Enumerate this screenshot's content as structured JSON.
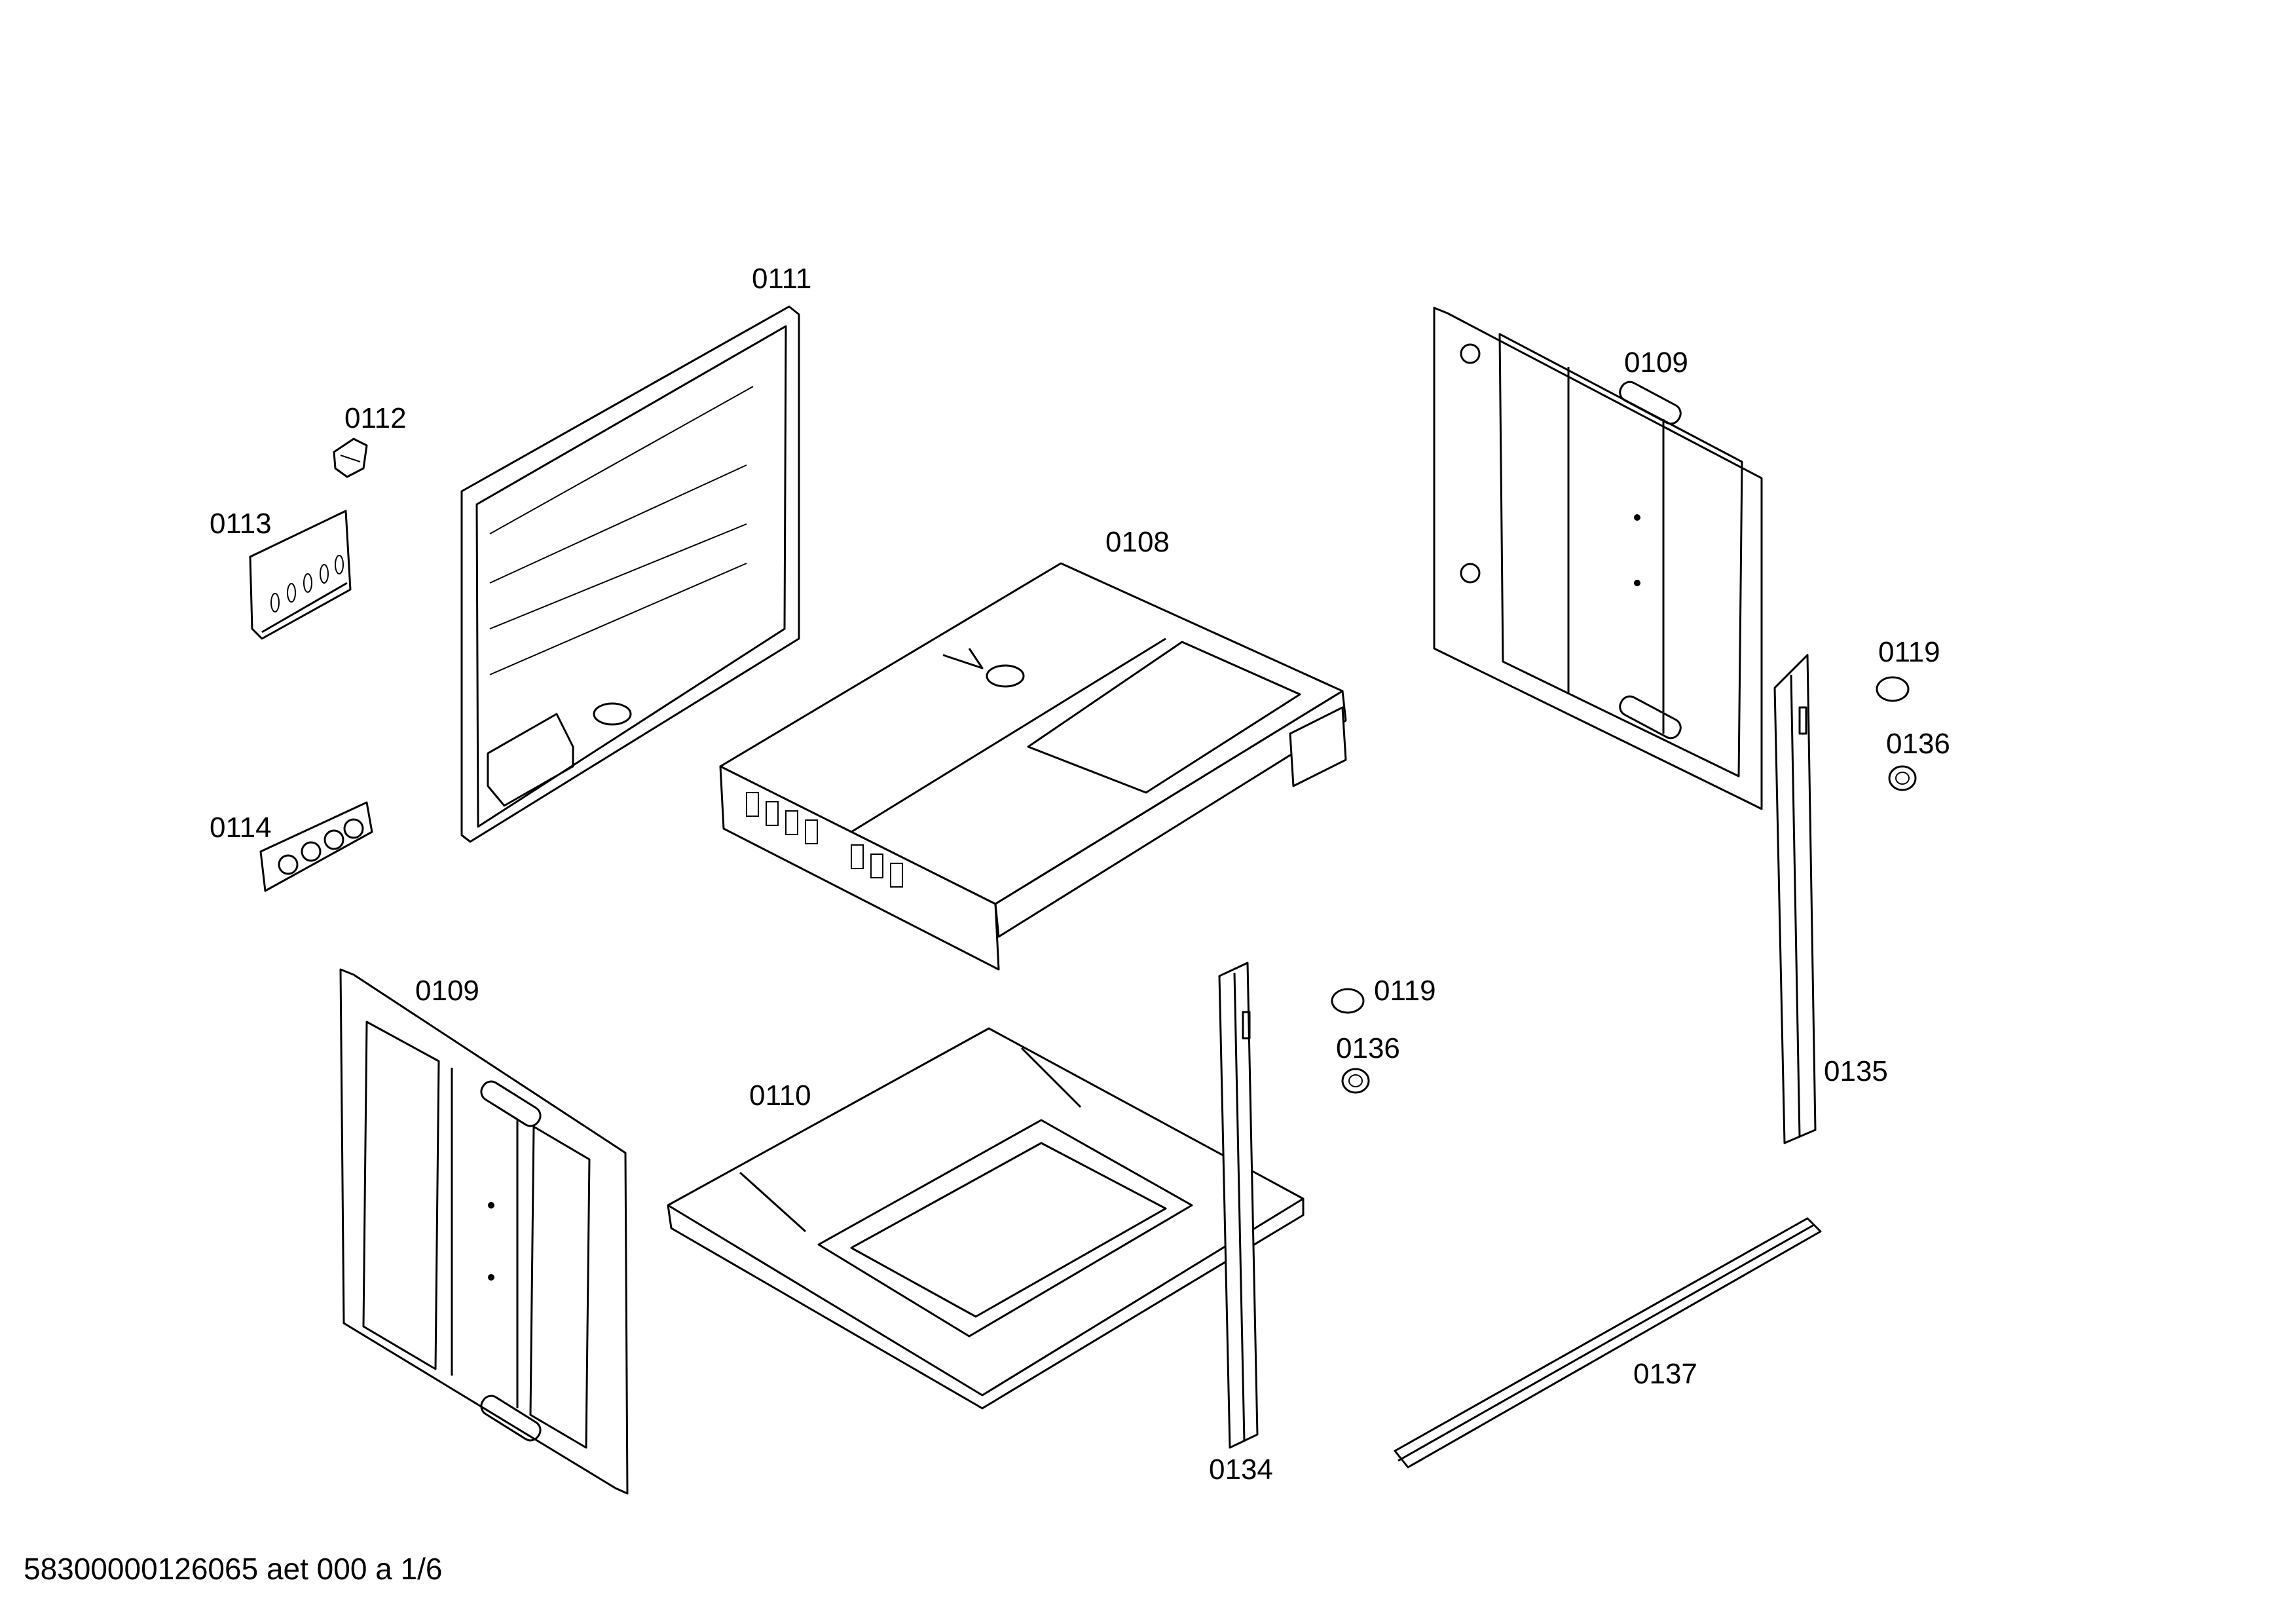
{
  "diagram": {
    "type": "exploded-parts-diagram",
    "parts": [
      {
        "key": "p0111",
        "label": "0111"
      },
      {
        "key": "p0112",
        "label": "0112"
      },
      {
        "key": "p0113",
        "label": "0113"
      },
      {
        "key": "p0114",
        "label": "0114"
      },
      {
        "key": "p0108",
        "label": "0108"
      },
      {
        "key": "p0109a",
        "label": "0109"
      },
      {
        "key": "p0109b",
        "label": "0109"
      },
      {
        "key": "p0110",
        "label": "0110"
      },
      {
        "key": "p0134",
        "label": "0134"
      },
      {
        "key": "p0119a",
        "label": "0119"
      },
      {
        "key": "p0136a",
        "label": "0136"
      },
      {
        "key": "p0119b",
        "label": "0119"
      },
      {
        "key": "p0136b",
        "label": "0136"
      },
      {
        "key": "p0135",
        "label": "0135"
      },
      {
        "key": "p0137",
        "label": "0137"
      }
    ]
  },
  "footer": {
    "code": "58300000126065 aet 000 a 1/6"
  }
}
